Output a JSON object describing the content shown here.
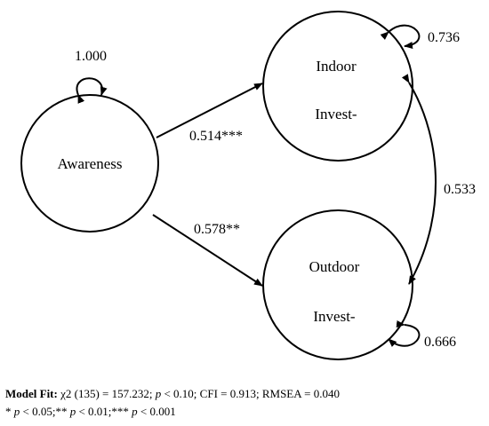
{
  "nodes": {
    "awareness": "Awareness",
    "indoor_line1": "Indoor",
    "indoor_line2": "Invest-",
    "outdoor_line1": "Outdoor",
    "outdoor_line2": "Invest-"
  },
  "coefficients": {
    "awareness_variance": "1.000",
    "awareness_to_indoor": "0.514***",
    "awareness_to_outdoor": "0.578**",
    "indoor_residual": "0.736",
    "outdoor_residual": "0.666",
    "indoor_outdoor_covariance": "0.533"
  },
  "model_fit": {
    "label": "Model Fit:",
    "chi_sq": " χ2 (135) = 157.232; ",
    "p_symbol": "p",
    "p_value": " < 0.10; CFI = 0.913; RMSEA = 0.040"
  },
  "significance": {
    "star1": "* ",
    "p1": "p",
    "v1": " < 0.05;** ",
    "p2": "p",
    "v2": " < 0.01;*** ",
    "p3": "p",
    "v3": " < 0.001"
  }
}
